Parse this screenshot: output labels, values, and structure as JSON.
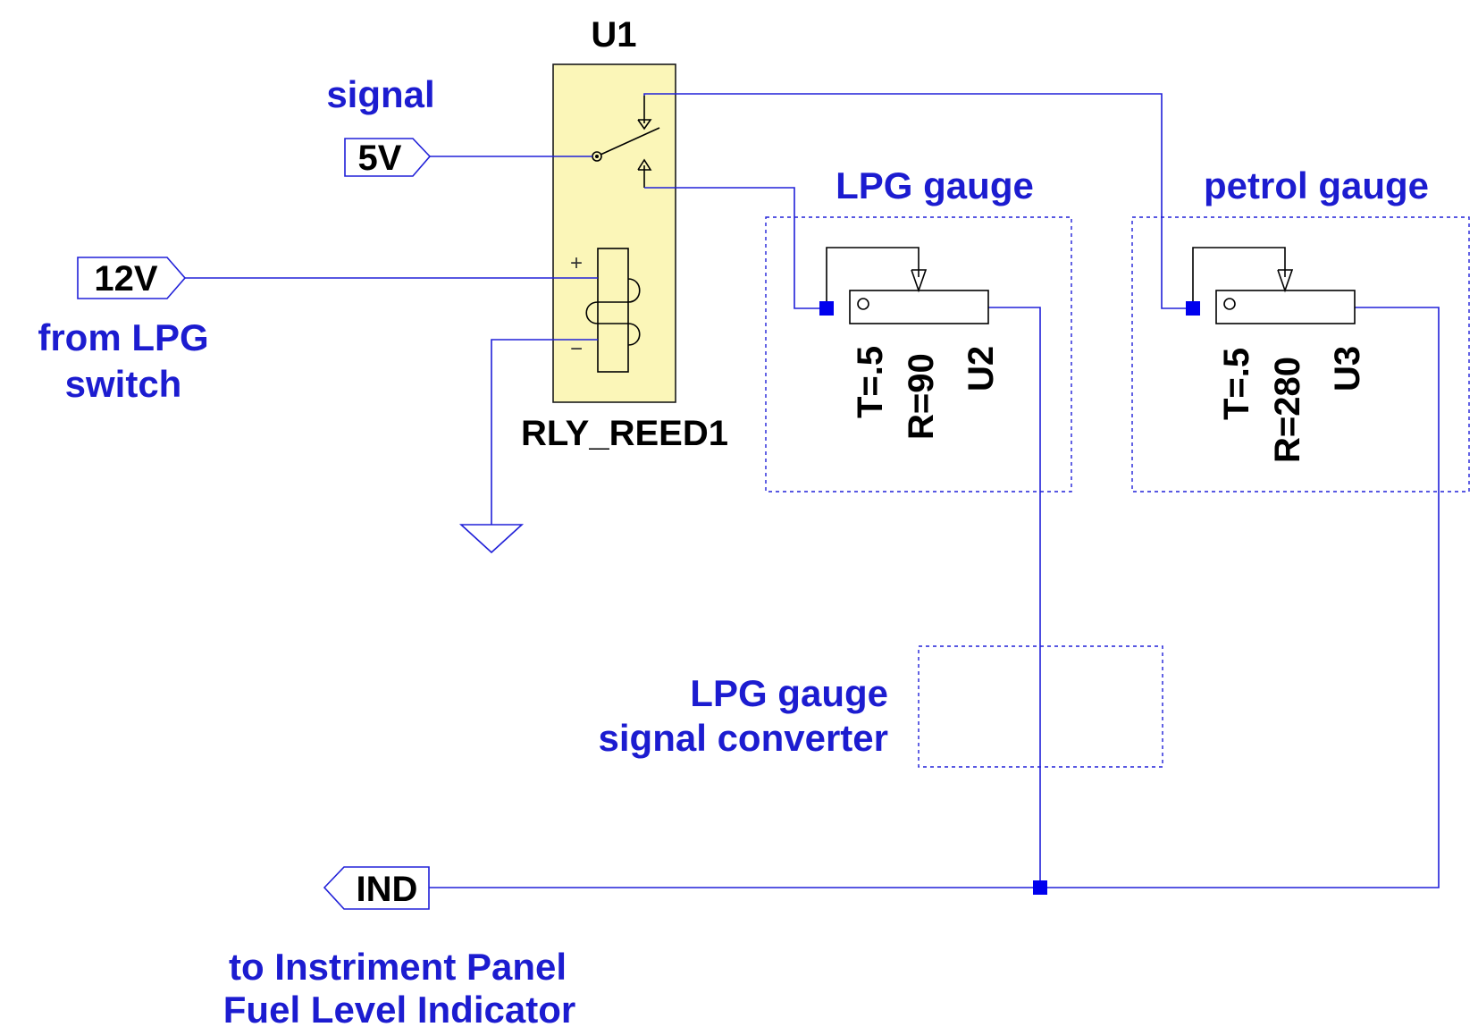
{
  "relay": {
    "ref": "U1",
    "name": "RLY_REED1",
    "plus": "+",
    "minus": "−"
  },
  "ports": {
    "signal": {
      "name": "5V",
      "caption": "signal"
    },
    "supply": {
      "name": "12V",
      "caption_line1": "from LPG",
      "caption_line2": "switch"
    },
    "output": {
      "name": "IND",
      "caption_line1": "to Instriment Panel",
      "caption_line2": "Fuel Level Indicator"
    }
  },
  "gauges": {
    "lpg": {
      "title": "LPG gauge",
      "t": "T=.5",
      "r": "R=90",
      "ref": "U2"
    },
    "petrol": {
      "title": "petrol gauge",
      "t": "T=.5",
      "r": "R=280",
      "ref": "U3"
    }
  },
  "converter": {
    "line1": "LPG gauge",
    "line2": "signal converter"
  },
  "colors": {
    "wire": "#2020d8",
    "label": "#1c1cd0",
    "relay_fill": "#fbf6b8",
    "junction": "#0000ee"
  }
}
